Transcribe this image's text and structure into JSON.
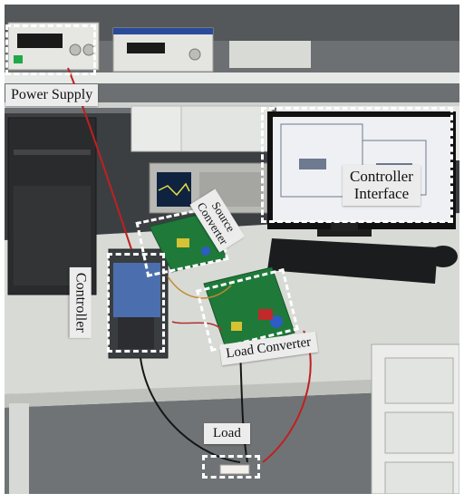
{
  "labels": {
    "power_supply": "Power Supply",
    "controller_interface_line1": "Controller",
    "controller_interface_line2": "Interface",
    "source_converter_line1": "Source",
    "source_converter_line2": "Converter",
    "controller": "Controller",
    "load_converter": "Load Converter",
    "load": "Load"
  },
  "colors": {
    "label_background": "#ececec",
    "highlight_border": "#ffffff",
    "desk": "#d8dad6",
    "pcb": "#1f7a3a"
  }
}
